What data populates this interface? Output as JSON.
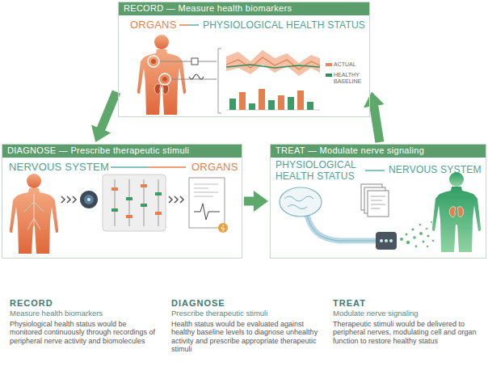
{
  "diagram": {
    "nodes": [
      {
        "text": [
          "RECORD — Measure health biomarkers",
          "ORGANS",
          "PHYSIOLOGICAL HEALTH STATUS"
        ]
      },
      {
        "text": [
          "DIAGNOSE — Prescribe therapeutic stimuli",
          "NERVOUS SYSTEM",
          "ORGANS"
        ]
      },
      {
        "text": [
          "TREAT — Modulate nerve signaling",
          "PHYSIOLOGICAL HEALTH STATUS",
          "NERVOUS SYSTEM"
        ]
      }
    ],
    "edges": [
      {
        "from": 0,
        "to": 1,
        "arrow": "to"
      },
      {
        "from": 1,
        "to": 2,
        "arrow": "to"
      },
      {
        "from": 2,
        "to": 0,
        "arrow": "to"
      }
    ],
    "labels": [
      "RECORD",
      "Measure health biomarkers",
      "Physiological health status would be monitored continuously through recordings of peripheral nerve activity and biomolecules",
      "DIAGNOSE",
      "Prescribe therapeutic stimuli",
      "Health status would be evaluated against healthy baseline levels to diagnose unhealthy activity and prescribe appropriate therapeutic stimuli",
      "TREAT",
      "Modulate nerve signaling",
      "Therapeutic stimuli would be delivered to peripheral nerves, modulating cell and organ function to restore healthy status"
    ],
    "legend": [
      {
        "text": "ACTUAL",
        "color": "#e8875b"
      },
      {
        "text": "HEALTHY BASELINE",
        "color": "#2f8f5b"
      }
    ]
  }
}
